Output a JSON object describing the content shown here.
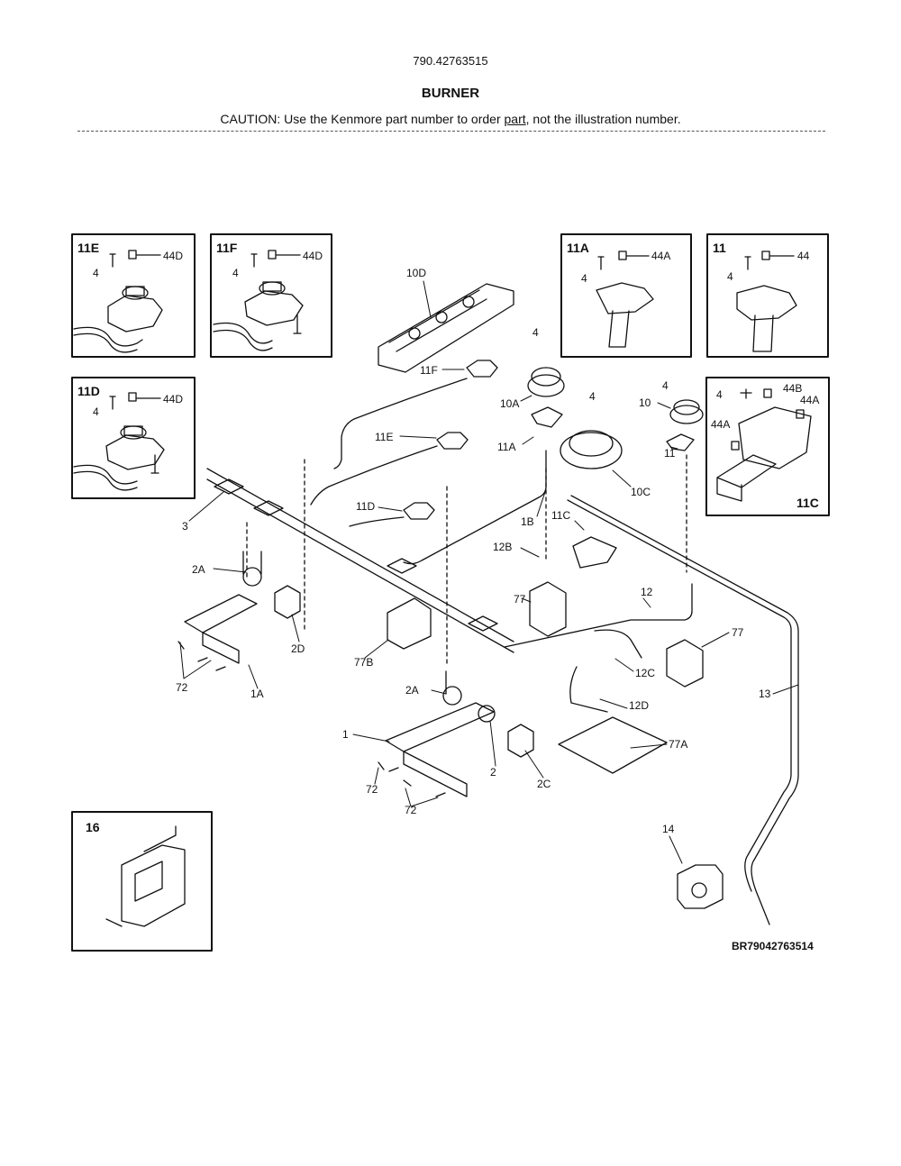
{
  "header": {
    "model_number": "790.42763515",
    "title": "BURNER",
    "caution_before": "CAUTION: Use the Kenmore part number to order ",
    "caution_link": "part",
    "caution_after": ", not the illustration number."
  },
  "drawing_id": "BR79042763514",
  "insets": {
    "i11E": {
      "title": "11E",
      "screw": "4",
      "cap": "44D"
    },
    "i11F": {
      "title": "11F",
      "screw": "4",
      "cap": "44D"
    },
    "i11A": {
      "title": "11A",
      "screw": "4",
      "cap": "44A"
    },
    "i11": {
      "title": "11",
      "screw": "4",
      "cap": "44"
    },
    "i11D": {
      "title": "11D",
      "screw": "4",
      "cap": "44D"
    },
    "i11C": {
      "title": "11C",
      "screw": "4",
      "cap_b": "44B",
      "cap_a1": "44A",
      "cap_a2": "44A"
    },
    "i16": {
      "title": "16"
    }
  },
  "callouts": {
    "p10D": "10D",
    "p4a": "4",
    "p11F": "11F",
    "p10A": "10A",
    "p4b": "4",
    "p11A": "11A",
    "p10C": "10C",
    "p4c": "4",
    "p10": "10",
    "p11": "11",
    "p11E": "11E",
    "p11D": "11D",
    "p3": "3",
    "p1B": "1B",
    "p11C": "11C",
    "p12B": "12B",
    "p2A_top": "2A",
    "p77_mid": "77",
    "p12": "12",
    "p77_right": "77",
    "p2D": "2D",
    "p77B": "77B",
    "p72_left": "72",
    "p1A": "1A",
    "p12C": "12C",
    "p13": "13",
    "p2A_mid": "2A",
    "p12D": "12D",
    "p1": "1",
    "p77A": "77A",
    "p2": "2",
    "p2C": "2C",
    "p72_a": "72",
    "p72_b": "72",
    "p14": "14"
  },
  "colors": {
    "ink": "#111111",
    "paper": "#ffffff"
  }
}
